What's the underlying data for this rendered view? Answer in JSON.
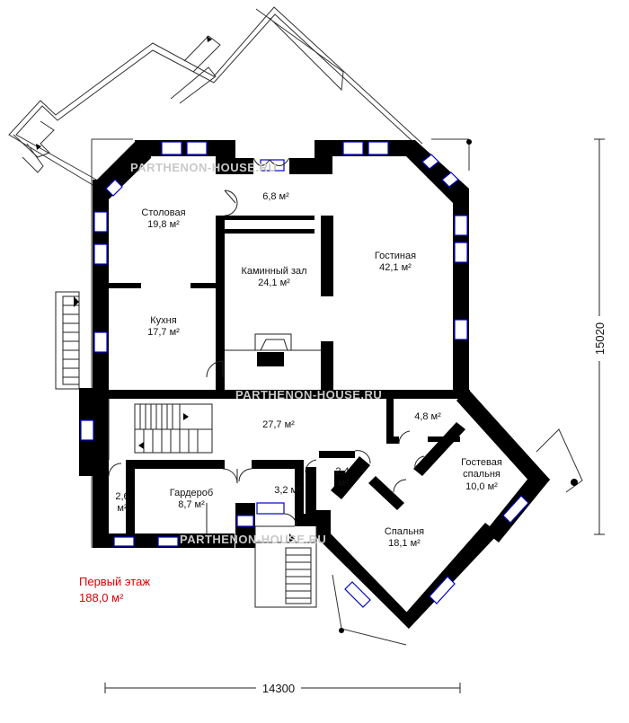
{
  "rooms": {
    "dining": {
      "name": "Столовая",
      "area": "19,8 м²"
    },
    "vestibule": {
      "area": "6,8 м²"
    },
    "fireplace": {
      "name": "Каминный зал",
      "area": "24,1 м²"
    },
    "living": {
      "name": "Гостиная",
      "area": "42,1 м²"
    },
    "kitchen": {
      "name": "Кухня",
      "area": "17,7 м²"
    },
    "hall": {
      "area": "27,7 м²"
    },
    "storage": {
      "area": "4,8 м²"
    },
    "bath_left": {
      "area_num": "2,6",
      "area_unit": "м²"
    },
    "wardrobe": {
      "name": "Гардероб",
      "area": "8,7 м²"
    },
    "lobby": {
      "area": "3,2 м²"
    },
    "corridor": {
      "area_num": "2,4",
      "area_unit": "м²"
    },
    "guest_bedroom": {
      "name_line1": "Гостевая",
      "name_line2": "спальня",
      "area": "10,0 м²"
    },
    "bedroom": {
      "name": "Спальня",
      "area": "18,1 м²"
    }
  },
  "floor": {
    "title": "Первый этаж",
    "area": "188,0 м²",
    "color": "#e00000"
  },
  "dimensions": {
    "width": "14300",
    "height": "15020"
  },
  "watermark": {
    "text": "PARTHENON-HOUSE.RU"
  },
  "colors": {
    "wall": "#000000",
    "window": "#0000cc",
    "line": "#222222"
  }
}
